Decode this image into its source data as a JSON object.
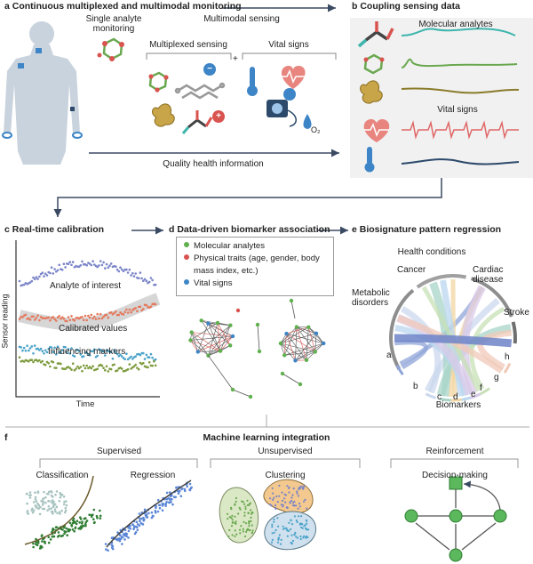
{
  "panel_a": {
    "letter": "a",
    "title": "Continuous multiplexed and multimodal monitoring",
    "single_analyte": [
      "Single analyte",
      "monitoring"
    ],
    "multimodal": "Multimodal sensing",
    "multiplexed": "Multiplexed sensing",
    "plus": "+",
    "vital_signs": "Vital signs",
    "minus_sign": "−",
    "plus_sign": "+",
    "o2": "O₂",
    "quality": "Quality health information"
  },
  "panel_b": {
    "letter": "b",
    "title": "Coupling sensing data",
    "molecular": "Molecular analytes",
    "vital": "Vital signs",
    "colors": {
      "teal": "#3db5ad",
      "green": "#6aa84f",
      "olive": "#8a7b2a",
      "pulse": "#e06666",
      "navy": "#2d4a6b"
    }
  },
  "panel_c": {
    "letter": "c",
    "title": "Real-time calibration",
    "analyte": "Analyte of interest",
    "calibrated": "Calibrated values",
    "influencing": "Influencing markers",
    "ylabel": "Sensor reading",
    "xlabel": "Time"
  },
  "panel_d": {
    "letter": "d",
    "title": "Data-driven biomarker association",
    "legend": [
      {
        "label": "Molecular analytes",
        "color": "#5fb04e"
      },
      {
        "label": "Physical traits (age, gender, body",
        "color": "#d9534f"
      },
      {
        "label": "mass index, etc.)",
        "color": ""
      },
      {
        "label": "Vital signs",
        "color": "#3d85c6"
      }
    ]
  },
  "panel_e": {
    "letter": "e",
    "title": "Biosignature pattern regression",
    "health": "Health conditions",
    "cancer": "Cancer",
    "cardiac": [
      "Cardiac",
      "disease"
    ],
    "metabolic": [
      "Metabolic",
      "disorders"
    ],
    "stroke": "Stroke",
    "biomarkers": "Biomarkers",
    "letters": [
      "a",
      "b",
      "c",
      "d",
      "e",
      "f",
      "g",
      "h"
    ]
  },
  "panel_f": {
    "letter": "f",
    "title": "Machine learning integration",
    "supervised": "Supervised",
    "unsupervised": "Unsupervised",
    "reinforcement": "Reinforcement",
    "classification": "Classification",
    "regression": "Regression",
    "clustering": "Clustering",
    "decision": "Decision-making"
  }
}
